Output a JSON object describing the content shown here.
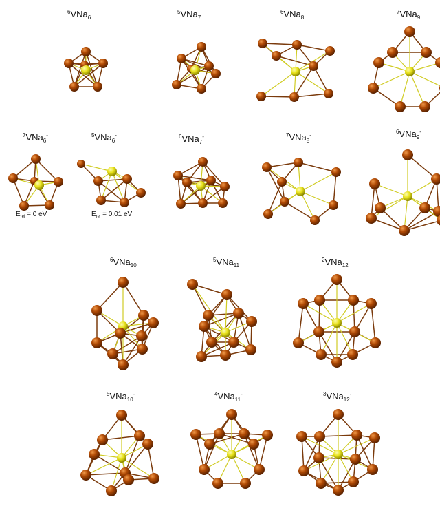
{
  "clusters": [
    {
      "id": "c1",
      "mult": "6",
      "core": "VNa",
      "n": "6",
      "charge": ""
    },
    {
      "id": "c2",
      "mult": "5",
      "core": "VNa",
      "n": "7",
      "charge": ""
    },
    {
      "id": "c3",
      "mult": "6",
      "core": "VNa",
      "n": "8",
      "charge": ""
    },
    {
      "id": "c4",
      "mult": "7",
      "core": "VNa",
      "n": "9",
      "charge": ""
    },
    {
      "id": "c5",
      "mult": "7",
      "core": "VNa",
      "n": "6",
      "charge": "-"
    },
    {
      "id": "c6",
      "mult": "5",
      "core": "VNa",
      "n": "6",
      "charge": "-"
    },
    {
      "id": "c7",
      "mult": "6",
      "core": "VNa",
      "n": "7",
      "charge": "-"
    },
    {
      "id": "c8",
      "mult": "7",
      "core": "VNa",
      "n": "8",
      "charge": "-"
    },
    {
      "id": "c9",
      "mult": "6",
      "core": "VNa",
      "n": "9",
      "charge": "-"
    },
    {
      "id": "c10",
      "mult": "6",
      "core": "VNa",
      "n": "10",
      "charge": ""
    },
    {
      "id": "c11",
      "mult": "5",
      "core": "VNa",
      "n": "11",
      "charge": ""
    },
    {
      "id": "c12",
      "mult": "2",
      "core": "VNa",
      "n": "12",
      "charge": ""
    },
    {
      "id": "c13",
      "mult": "5",
      "core": "VNa",
      "n": "10",
      "charge": "-"
    },
    {
      "id": "c14",
      "mult": "4",
      "core": "VNa",
      "n": "11",
      "charge": "-"
    },
    {
      "id": "c15",
      "mult": "3",
      "core": "VNa",
      "n": "12",
      "charge": "-"
    }
  ],
  "energies": [
    {
      "id": "e1",
      "symbol": "E",
      "sub": "rel",
      "value": "= 0 eV"
    },
    {
      "id": "e2",
      "symbol": "E",
      "sub": "rel",
      "value": "= 0.01 eV"
    }
  ],
  "colors": {
    "sodium": "#b04a05",
    "vanadium": "#e8e21a",
    "bond": "#7a3a0c",
    "center_bond": "#d0cc24"
  }
}
